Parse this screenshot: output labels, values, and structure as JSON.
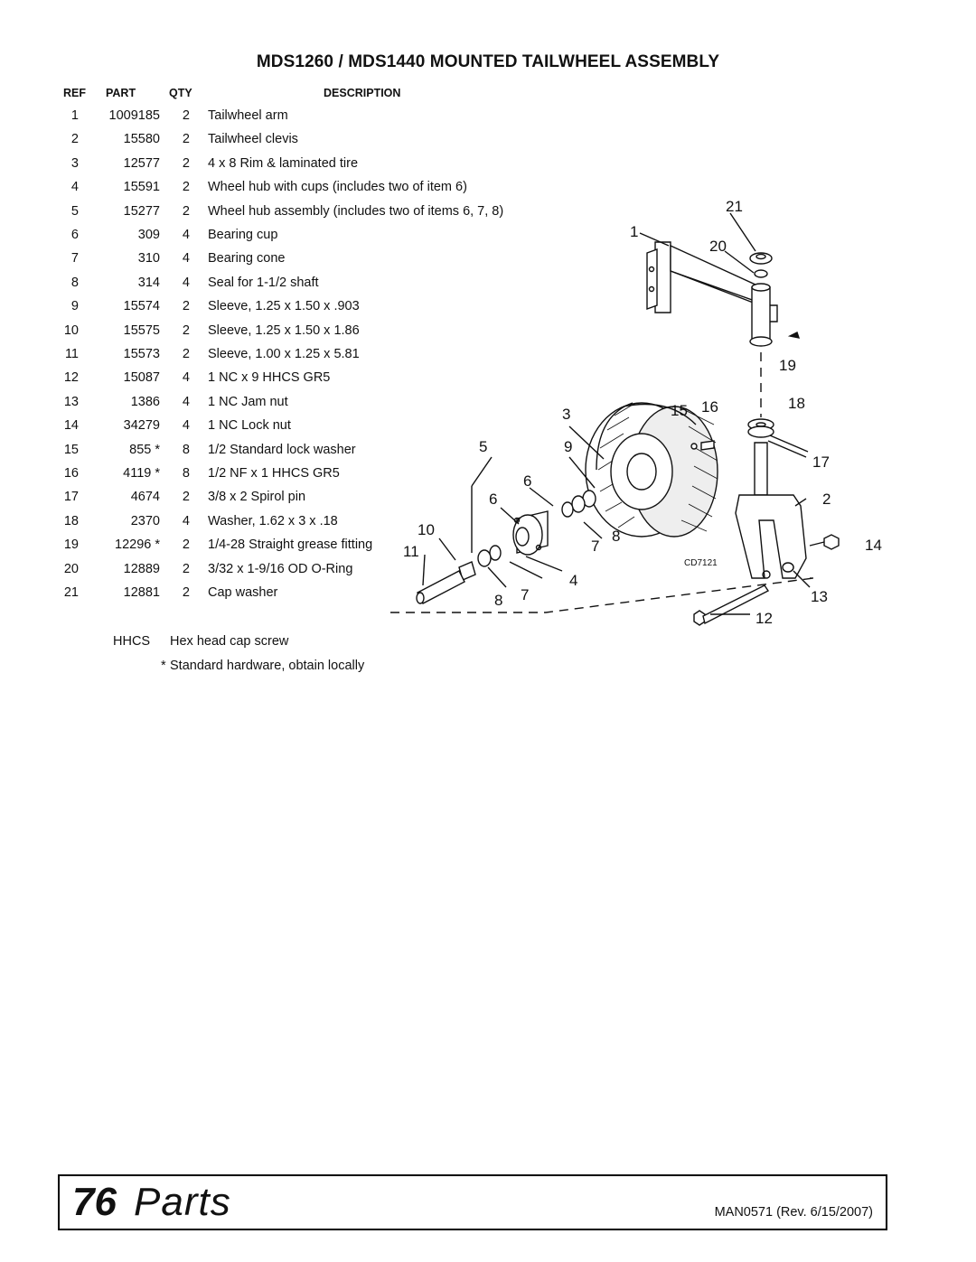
{
  "title": "MDS1260 / MDS1440 MOUNTED TAILWHEEL ASSEMBLY",
  "headers": {
    "ref": "REF",
    "part": "PART",
    "qty": "QTY",
    "description": "DESCRIPTION"
  },
  "rows": [
    {
      "ref": "1",
      "part": "1009185",
      "qty": "2",
      "description": "Tailwheel arm"
    },
    {
      "ref": "2",
      "part": "15580",
      "qty": "2",
      "description": "Tailwheel clevis"
    },
    {
      "ref": "3",
      "part": "12577",
      "qty": "2",
      "description": "4 x 8 Rim & laminated tire"
    },
    {
      "ref": "4",
      "part": "15591",
      "qty": "2",
      "description": "Wheel hub with cups (includes two of item 6)"
    },
    {
      "ref": "5",
      "part": "15277",
      "qty": "2",
      "description": "Wheel hub assembly (includes two of items 6, 7, 8)"
    },
    {
      "ref": "6",
      "part": "309",
      "qty": "4",
      "description": "Bearing cup"
    },
    {
      "ref": "7",
      "part": "310",
      "qty": "4",
      "description": "Bearing cone"
    },
    {
      "ref": "8",
      "part": "314",
      "qty": "4",
      "description": "Seal for 1-1/2 shaft"
    },
    {
      "ref": "9",
      "part": "15574",
      "qty": "2",
      "description": "Sleeve, 1.25 x 1.50 x .903"
    },
    {
      "ref": "10",
      "part": "15575",
      "qty": "2",
      "description": "Sleeve, 1.25 x 1.50 x 1.86"
    },
    {
      "ref": "11",
      "part": "15573",
      "qty": "2",
      "description": "Sleeve, 1.00 x 1.25 x 5.81"
    },
    {
      "ref": "12",
      "part": "15087",
      "qty": "4",
      "description": "1 NC x 9 HHCS GR5"
    },
    {
      "ref": "13",
      "part": "1386",
      "qty": "4",
      "description": "1 NC Jam nut"
    },
    {
      "ref": "14",
      "part": "34279",
      "qty": "4",
      "description": "1 NC Lock nut"
    },
    {
      "ref": "15",
      "part": "855 *",
      "qty": "8",
      "description": "1/2 Standard lock washer"
    },
    {
      "ref": "16",
      "part": "4119 *",
      "qty": "8",
      "description": "1/2 NF x 1 HHCS GR5"
    },
    {
      "ref": "17",
      "part": "4674",
      "qty": "2",
      "description": "3/8 x 2 Spirol pin"
    },
    {
      "ref": "18",
      "part": "2370",
      "qty": "4",
      "description": "Washer, 1.62 x 3 x .18"
    },
    {
      "ref": "19",
      "part": "12296 *",
      "qty": "2",
      "description": "1/4-28 Straight grease fitting"
    },
    {
      "ref": "20",
      "part": "12889",
      "qty": "2",
      "description": "3/32 x 1-9/16 OD O-Ring"
    },
    {
      "ref": "21",
      "part": "12881",
      "qty": "2",
      "description": "Cap washer"
    }
  ],
  "legend": {
    "hhcs_key": "HHCS",
    "hhcs_text": "Hex head cap screw",
    "star_key": "*",
    "star_text": "Standard hardware, obtain locally"
  },
  "diagram": {
    "drawing_id": "CD7121",
    "callouts": [
      "21",
      "1",
      "20",
      "19",
      "18",
      "3",
      "15",
      "16",
      "5",
      "9",
      "17",
      "6",
      "2",
      "6",
      "10",
      "8",
      "11",
      "7",
      "14",
      "4",
      "8",
      "7",
      "13",
      "12"
    ]
  },
  "footer": {
    "page_number": "76",
    "section": "Parts",
    "doc_ref": "MAN0571 (Rev. 6/15/2007)"
  }
}
